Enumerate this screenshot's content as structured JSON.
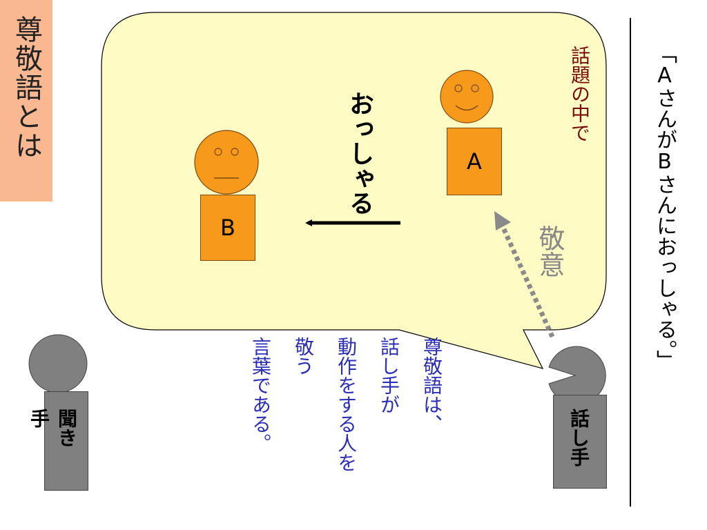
{
  "title": "尊敬語とは",
  "quote": "「AさんがBさんにおっしゃる。」",
  "bubble": {
    "topic": "話題の中で",
    "verb": "おっしゃる",
    "respect": "敬意"
  },
  "persons": {
    "a_label": "A",
    "b_label": "B",
    "listener": "聞き手",
    "speaker": "話し手"
  },
  "description_lines": [
    "尊敬語は、",
    "話し手が",
    "動作をする人を",
    "敬う",
    "言葉である。"
  ],
  "colors": {
    "title_bg": "#f9b792",
    "bubble_fill": "#fffbc4",
    "person_orange": "#f79a1c",
    "figure_gray": "#808080",
    "description": "#2b2fb8",
    "topic": "#7a0a0a",
    "respect": "#888888"
  }
}
